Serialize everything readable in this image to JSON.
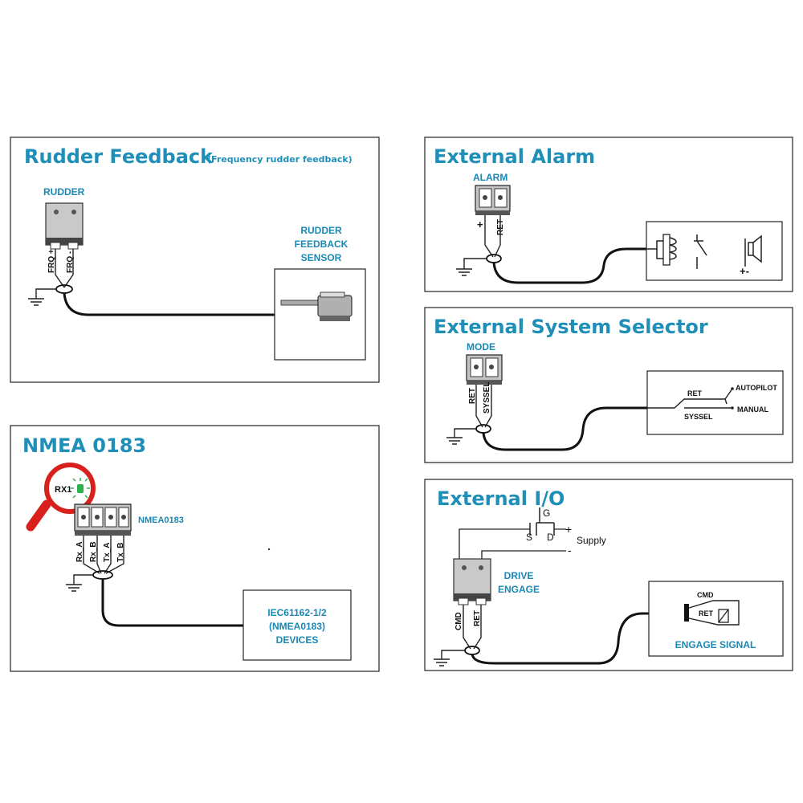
{
  "rudder_feedback": {
    "title": "Rudder Feedback",
    "subtitle": "(Frequency rudder feedback)",
    "connector_label": "RUDDER",
    "pin_left": "FRQ +",
    "pin_right": "FRQ -",
    "sensor_label": [
      "RUDDER",
      "FEEDBACK",
      "SENSOR"
    ]
  },
  "nmea": {
    "title": "NMEA 0183",
    "led_label": "RX1",
    "connector_label": "NMEA0183",
    "pins": [
      "Rx_A",
      "Rx_B",
      "Tx_A",
      "Tx_B"
    ],
    "device_label": [
      "IEC61162-1/2",
      "(NMEA0183)",
      "DEVICES"
    ],
    "accent_color": "#d8201c",
    "led_color": "#2bb24c"
  },
  "alarm": {
    "title": "External Alarm",
    "connector_label": "ALARM",
    "pin_left": "+",
    "pin_right": "RET",
    "polarity": "+-"
  },
  "selector": {
    "title": "External System Selector",
    "connector_label": "MODE",
    "pin_left": "RET",
    "pin_right": "SYSSEL",
    "ret": "RET",
    "sysel": "SYSSEL",
    "autopilot": "AUTOPILOT",
    "manual": "MANUAL"
  },
  "io": {
    "title": "External I/O",
    "g": "G",
    "s": "S",
    "d": "D",
    "plus": "+",
    "minus": "-",
    "supply": "Supply",
    "drive_label": [
      "DRIVE",
      "ENGAGE"
    ],
    "pin_left": "CMD",
    "pin_right": "RET",
    "cmd": "CMD",
    "ret": "RET",
    "engage_signal": "ENGAGE SIGNAL"
  },
  "colors": {
    "title": "#1f8fb8",
    "wire": "#111111",
    "connector": "#bcbcbc"
  }
}
